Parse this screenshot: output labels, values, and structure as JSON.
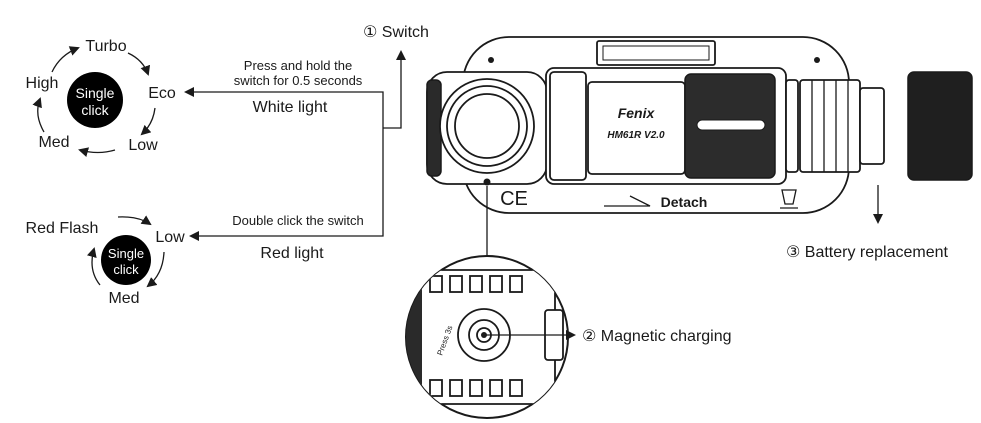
{
  "white_cycle": {
    "center_line1": "Single",
    "center_line2": "click",
    "modes": {
      "turbo": "Turbo",
      "eco": "Eco",
      "low": "Low",
      "med": "Med",
      "high": "High"
    },
    "instruction_line1": "Press and hold the",
    "instruction_line2": "switch for 0.5 seconds",
    "caption": "White light"
  },
  "red_cycle": {
    "center_line1": "Single",
    "center_line2": "click",
    "modes": {
      "red_flash": "Red Flash",
      "low": "Low",
      "med": "Med"
    },
    "instruction": "Double click the switch",
    "caption": "Red light"
  },
  "callouts": {
    "switch": "① Switch",
    "charging": "② Magnetic charging",
    "battery": "③ Battery replacement"
  },
  "device": {
    "brand": "Fenix",
    "model": "HM61R V2.0",
    "ce_mark": "CE",
    "detach_label": "Detach",
    "port_label": "Press 3s"
  },
  "colors": {
    "ink": "#1a1a1a",
    "badge_fill": "#000000",
    "badge_text": "#ffffff",
    "background": "#ffffff"
  }
}
